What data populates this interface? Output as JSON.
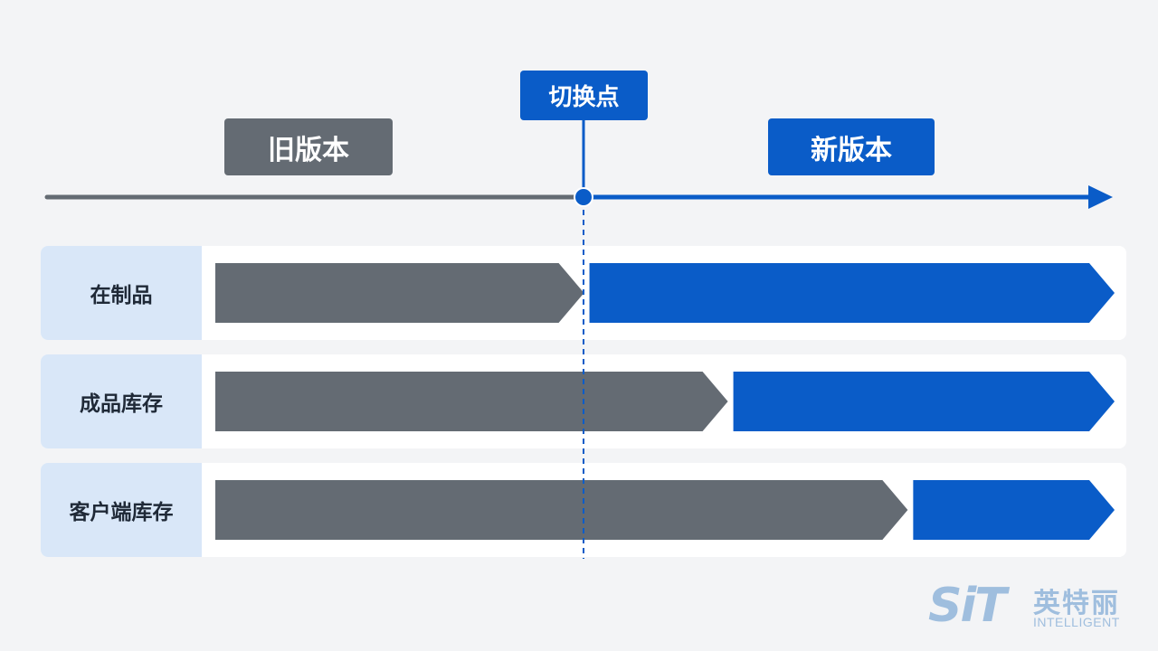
{
  "labels": {
    "old_version": "旧版本",
    "new_version": "新版本",
    "switch_point": "切换点"
  },
  "rows": [
    {
      "label": "在制品",
      "old_fraction": 0.41,
      "new_fraction": 0.59
    },
    {
      "label": "成品库存",
      "old_fraction": 0.57,
      "new_fraction": 0.43
    },
    {
      "label": "客户端库存",
      "old_fraction": 0.77,
      "new_fraction": 0.23
    }
  ],
  "logo": {
    "mark": "SiT",
    "cn": "英特丽",
    "en": "INTELLIGENT"
  },
  "colors": {
    "old": "#646b73",
    "new": "#0a5cc8",
    "row_label_bg": "#d9e7f8",
    "background": "#f3f4f6"
  }
}
